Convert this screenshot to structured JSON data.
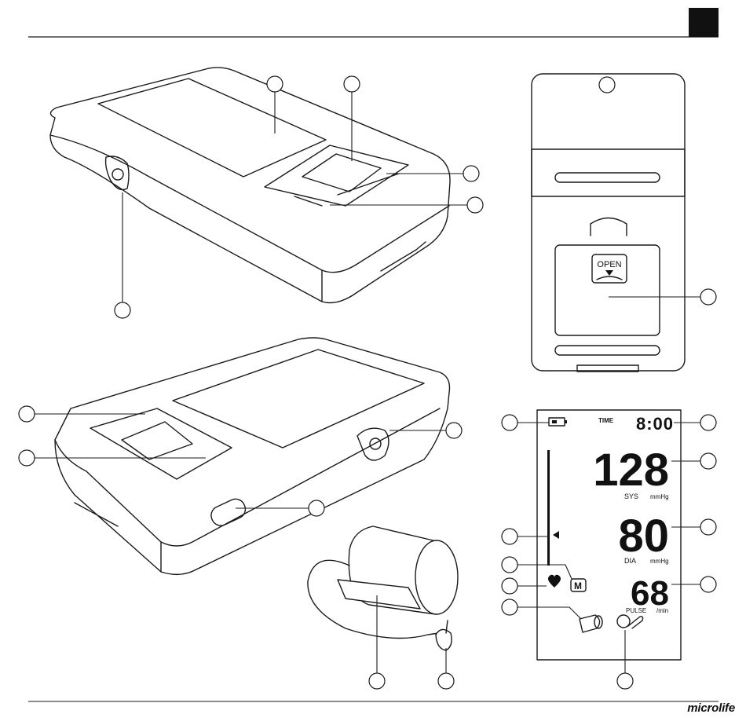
{
  "brand": {
    "name": "microlife"
  },
  "battery": {
    "label": "OPEN"
  },
  "display": {
    "time_label": "TIME",
    "time": "8:00",
    "sys_value": "128",
    "sys_label": "SYS",
    "sys_unit": "mmHg",
    "dia_value": "80",
    "dia_label": "DIA",
    "dia_unit": "mmHg",
    "pulse_value": "68",
    "pulse_label": "PULSE",
    "pulse_unit": "/min",
    "memory_symbol": "M"
  },
  "colors": {
    "line": "#1a1a1a",
    "tab": "#111111"
  }
}
